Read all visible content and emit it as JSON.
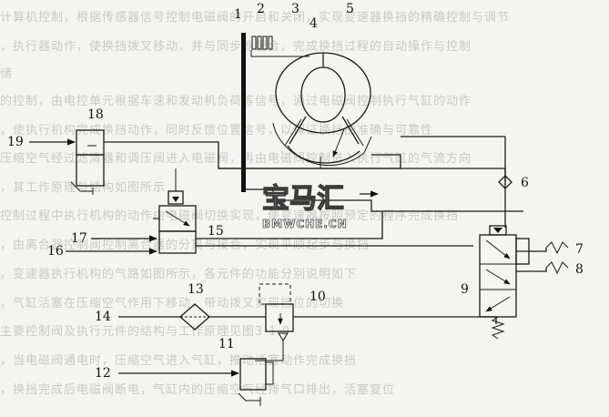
{
  "labels": {
    "n1": "1",
    "n2": "2",
    "n3": "3",
    "n4": "4",
    "n5": "5",
    "n6": "6",
    "n7": "7",
    "n8": "8",
    "n9": "9",
    "n10": "10",
    "n11": "11",
    "n12": "12",
    "n13": "13",
    "n14": "14",
    "n15": "15",
    "n16": "16",
    "n17": "17",
    "n18": "18",
    "n19": "19"
  },
  "watermark": {
    "main": "宝马汇",
    "url": "BMWCHE.CN"
  },
  "background_text": [
    "计算机控制，根据传感器信号控制电磁阀的开启和关闭，实现变速器换挡的精确控制与调节",
    "，执行器动作，使换挡拨叉移动，并与同步器配合，完成换挡过程的自动操作与控制",
    "储",
    "的控制，由电控单元根据车速和发动机负荷等信号，通过电磁阀控制执行气缸的动作",
    "，使执行机构完成换挡动作，同时反馈位置信号，以保证换挡的准确与可靠性",
    "压缩空气经过滤清器和调压阀进入电磁阀，再由电磁阀控制进入执行气缸的气流方向",
    "，其工作原理与结构如图所示",
    "控制过程中执行机构的动作由电磁阀切换实现，使变速器按照预定的程序完成换挡",
    "，由离合器控制阀控制离合器的分离与接合，实现平顺起步与换挡",
    "，变速器执行机构的气路如图所示，各元件的功能分别说明如下",
    "，气缸活塞在压缩空气作用下移动，带动拨叉实现挡位的切换",
    "主要控制阀及执行元件的结构与工作原理见图3-1-9",
    "，当电磁阀通电时，压缩空气进入气缸，推动活塞动作完成换挡",
    "，换挡完成后电磁阀断电，气缸内的压缩空气经排气口排出，活塞复位"
  ]
}
